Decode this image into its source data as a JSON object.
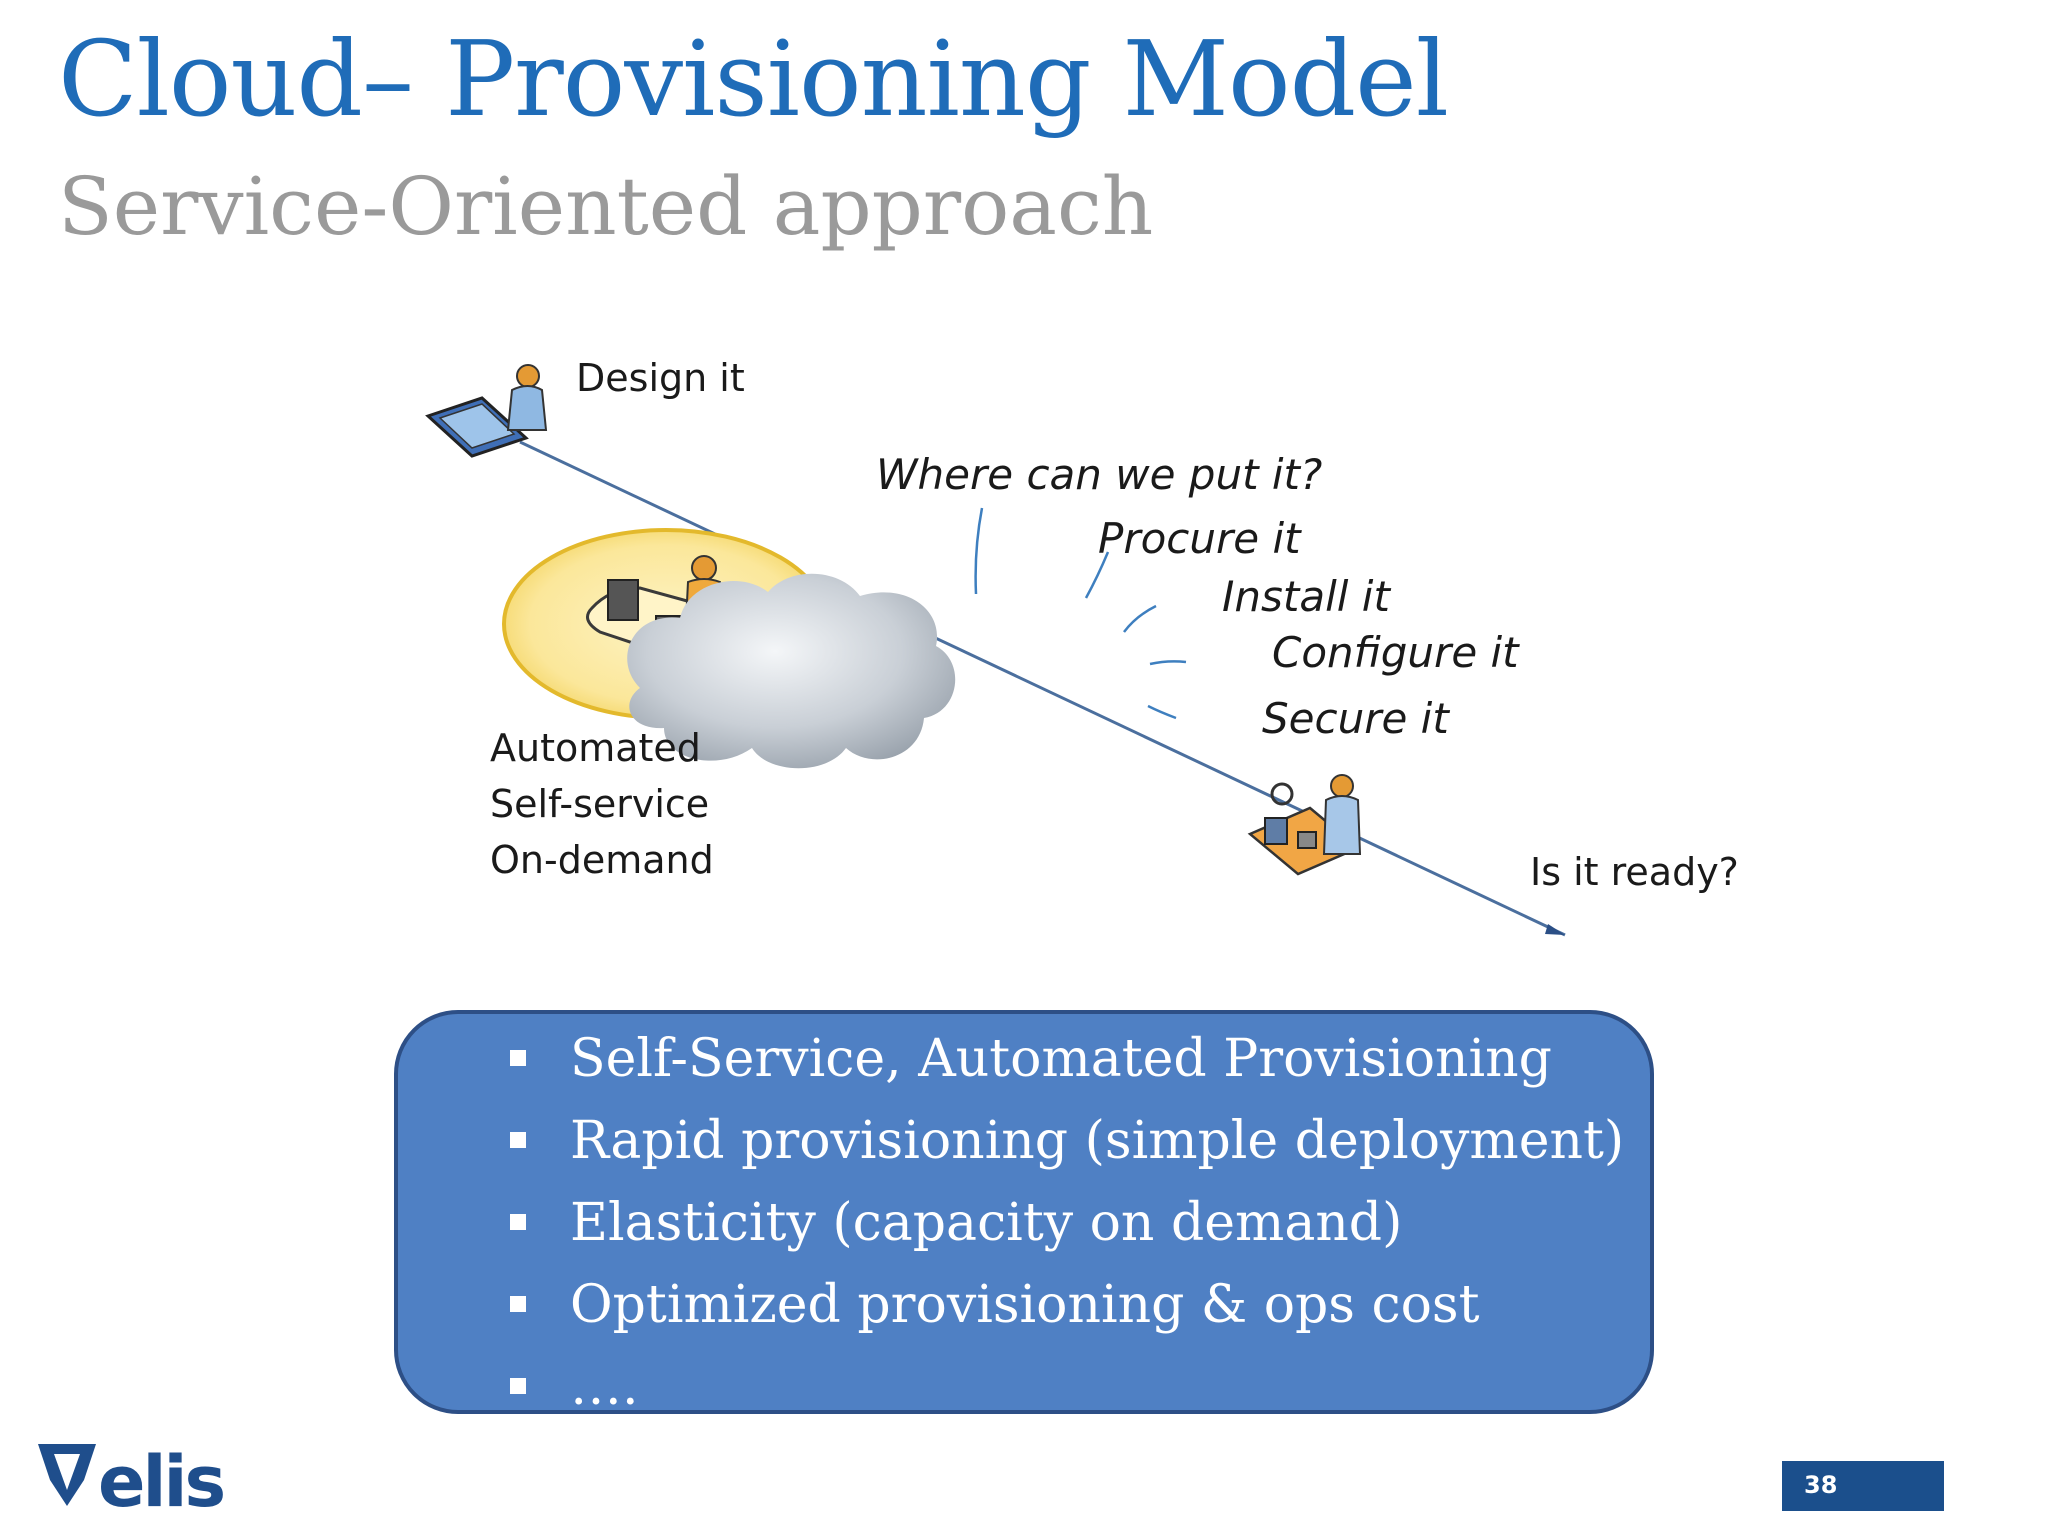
{
  "slide": {
    "title": "Cloud– Provisioning Model",
    "subtitle": "Service-Oriented approach",
    "page_number": "38"
  },
  "diagram": {
    "design_label": "Design it",
    "where_label": "Where can we put it?",
    "procure_label": "Procure it",
    "install_label": "Install it",
    "configure_label": "Configure it",
    "secure_label": "Secure it",
    "ready_label": "Is it ready?",
    "automated": "Automated",
    "self_service": "Self-service",
    "on_demand": "On-demand"
  },
  "benefits": [
    "Self-Service, Automated Provisioning",
    "Rapid provisioning (simple deployment)",
    "Elasticity (capacity on demand)",
    "Optimized provisioning & ops cost",
    "…."
  ],
  "logo": {
    "text": "elis",
    "color": "#1f4e8c"
  },
  "colors": {
    "title": "#1f6cb8",
    "subtitle": "#9a9a9a",
    "box_fill": "#4f80c4",
    "box_border": "#2d4f86",
    "page_bar": "#1b4f8c",
    "highlight_ellipse": "#f5d868"
  }
}
